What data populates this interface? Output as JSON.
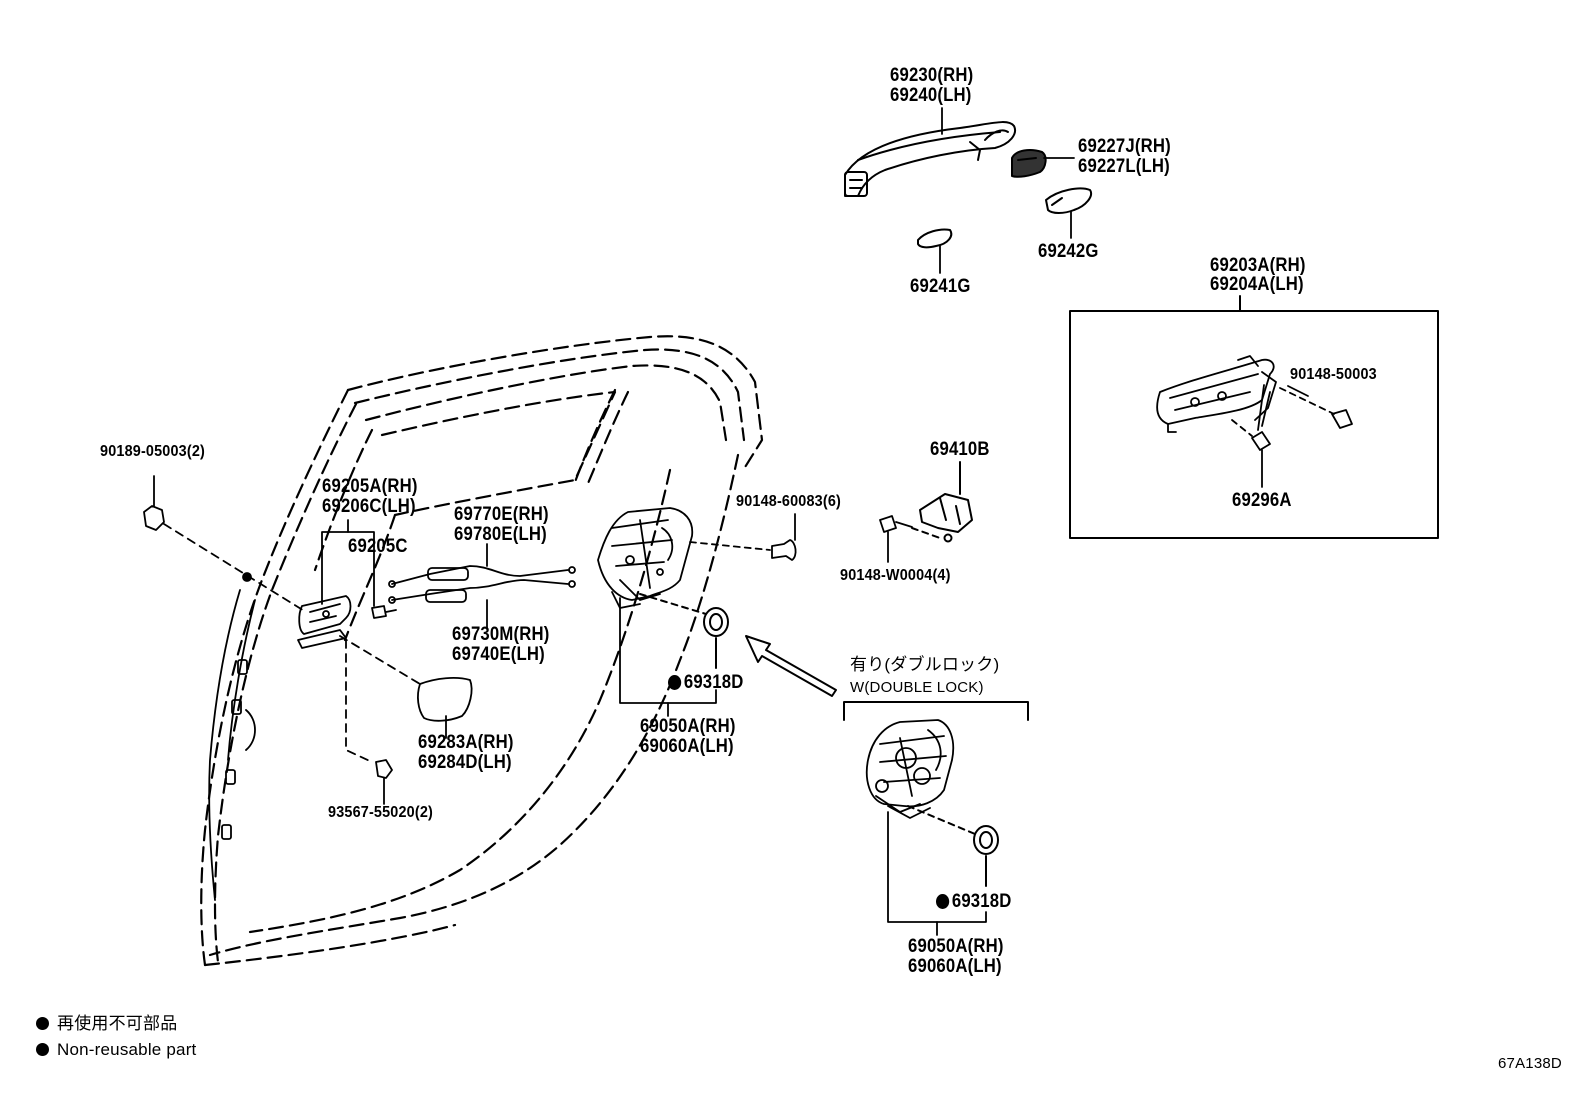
{
  "labels": {
    "p69230": "69230(RH)",
    "p69240": "69240(LH)",
    "p69227j": "69227J(RH)",
    "p69227l": "69227L(LH)",
    "p69242g": "69242G",
    "p69241g": "69241G",
    "p69203a": "69203A(RH)",
    "p69204a": "69204A(LH)",
    "p90148_50003": "90148-50003",
    "p69296a": "69296A",
    "p69410b": "69410B",
    "p90148_60083": "90148-60083(6)",
    "p90148_w0004": "90148-W0004(4)",
    "p90189": "90189-05003(2)",
    "p69205a": "69205A(RH)",
    "p69206c": "69206C(LH)",
    "p69205c": "69205C",
    "p69770e": "69770E(RH)",
    "p69780e": "69780E(LH)",
    "p69730m": "69730M(RH)",
    "p69740e": "69740E(LH)",
    "p69318d_a": "69318D",
    "p69050a_a": "69050A(RH)",
    "p69060a_a": "69060A(LH)",
    "p69283a": "69283A(RH)",
    "p69284d": "69284D(LH)",
    "p93567": "93567-55020(2)",
    "dbl_jp": "有り(ダブルロック)",
    "dbl_en": "W(DOUBLE LOCK)",
    "p69318d_b": "69318D",
    "p69050a_b": "69050A(RH)",
    "p69060a_b": "69060A(LH)"
  },
  "legend": {
    "jp": "再使用不可部品",
    "en": "Non-reusable part"
  },
  "figure_code": "67A138D"
}
